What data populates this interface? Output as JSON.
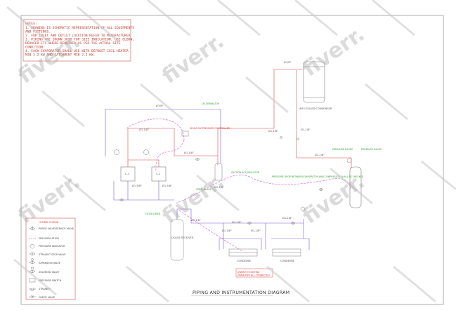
{
  "notes": {
    "heading": "NOTES:",
    "lines": [
      "1.   DRAWING IS SCHEMATIC REPRESENTATION OF ALL EQUIPMENTS",
      "      AND FITTINGS.",
      "2.   FOR INLET AND OUTLET LOCATION REFER TO MANUFACTURER.",
      "3.   PIPING ARE SHOWN JUST FOR SIZE INDICATION, USE ELBOW,",
      "      REDUCER ETC WHERE REQUIRED AS PER THE ACTUAL SITE",
      "      CONDITION.",
      "4.   EACH EVAPORATOR SHALL USE WITH DEFROST COIL HEATER",
      "      MIN 2.2 KW AND CATCHMENT MIN 2.2 KW."
    ]
  },
  "legend": {
    "title": "SYMBOL LEGEND",
    "items": [
      "PURGE VALVE/SERVICE VALVE",
      "PIPE INSULATION",
      "PRESSURE INDICATOR",
      "STRAIGHT STOP VALVE",
      "EXPANSION VALVE",
      "SOLENOID VALVE",
      "PRESSURE SWITCH",
      "STRAINER",
      "CHECK VALVE"
    ]
  },
  "equipment": {
    "condenser": "AIR COOLED CONDENSER",
    "compressor_1": "C-1",
    "compressor_2": "C-2",
    "receiver": "LIQUID RECEIVER",
    "evaporator_1": "CONDENSE",
    "evaporator_2": "CONDENSE"
  },
  "pipe_labels": {
    "top_loop": "Ø7/8\"",
    "discharge": "Ø1-1/8\"",
    "condenser_in": "Ø1-1/8\"",
    "condenser_drop": "Ø1-1/8\"",
    "condenser_top": "Ø7/8\"",
    "to_receiver": "Ø1-1/8\"",
    "comp1_suction": "Ø1-5/8\"",
    "comp2_suction": "Ø1-5/8\"",
    "comp_mid": "Ø1-1/8\"",
    "main_suction": "Ø1-1/8\"",
    "liquid_left": "Ø1-1/8\"",
    "evap_a": "Ø1-1/8\"",
    "evap_b": "Ø1-1/8\"",
    "evap_c": "Ø1-1/8\"",
    "evap_d": "Ø1-1/8\""
  },
  "callouts": {
    "oil_separator": "OIL SEPARATOR",
    "pressure_controller": "HIGH/LOW PRESSURE CONTROLLER",
    "accumulator": "SUCTION ACCUMULATOR",
    "pressure_note": "PRESSURE DROP BETWEEN EVAPORATOR AND COMPRESSOR SHALL BE CHECKED",
    "pressure_gauge_1": "PRESSURE GAUGE",
    "pressure_gauge_2": "PRESSURE GAUGE",
    "sight_glass": "SIGHT GLASS",
    "filter_drier": "FILTER DRIER",
    "drain_note_1": "DRAIN TO EXISTING",
    "drain_note_2": "DRAIN PIPE ALL CONNECTED"
  },
  "title": "PIPING AND INSTRUMENTATION DIAGRAM",
  "watermark": "fiverr."
}
